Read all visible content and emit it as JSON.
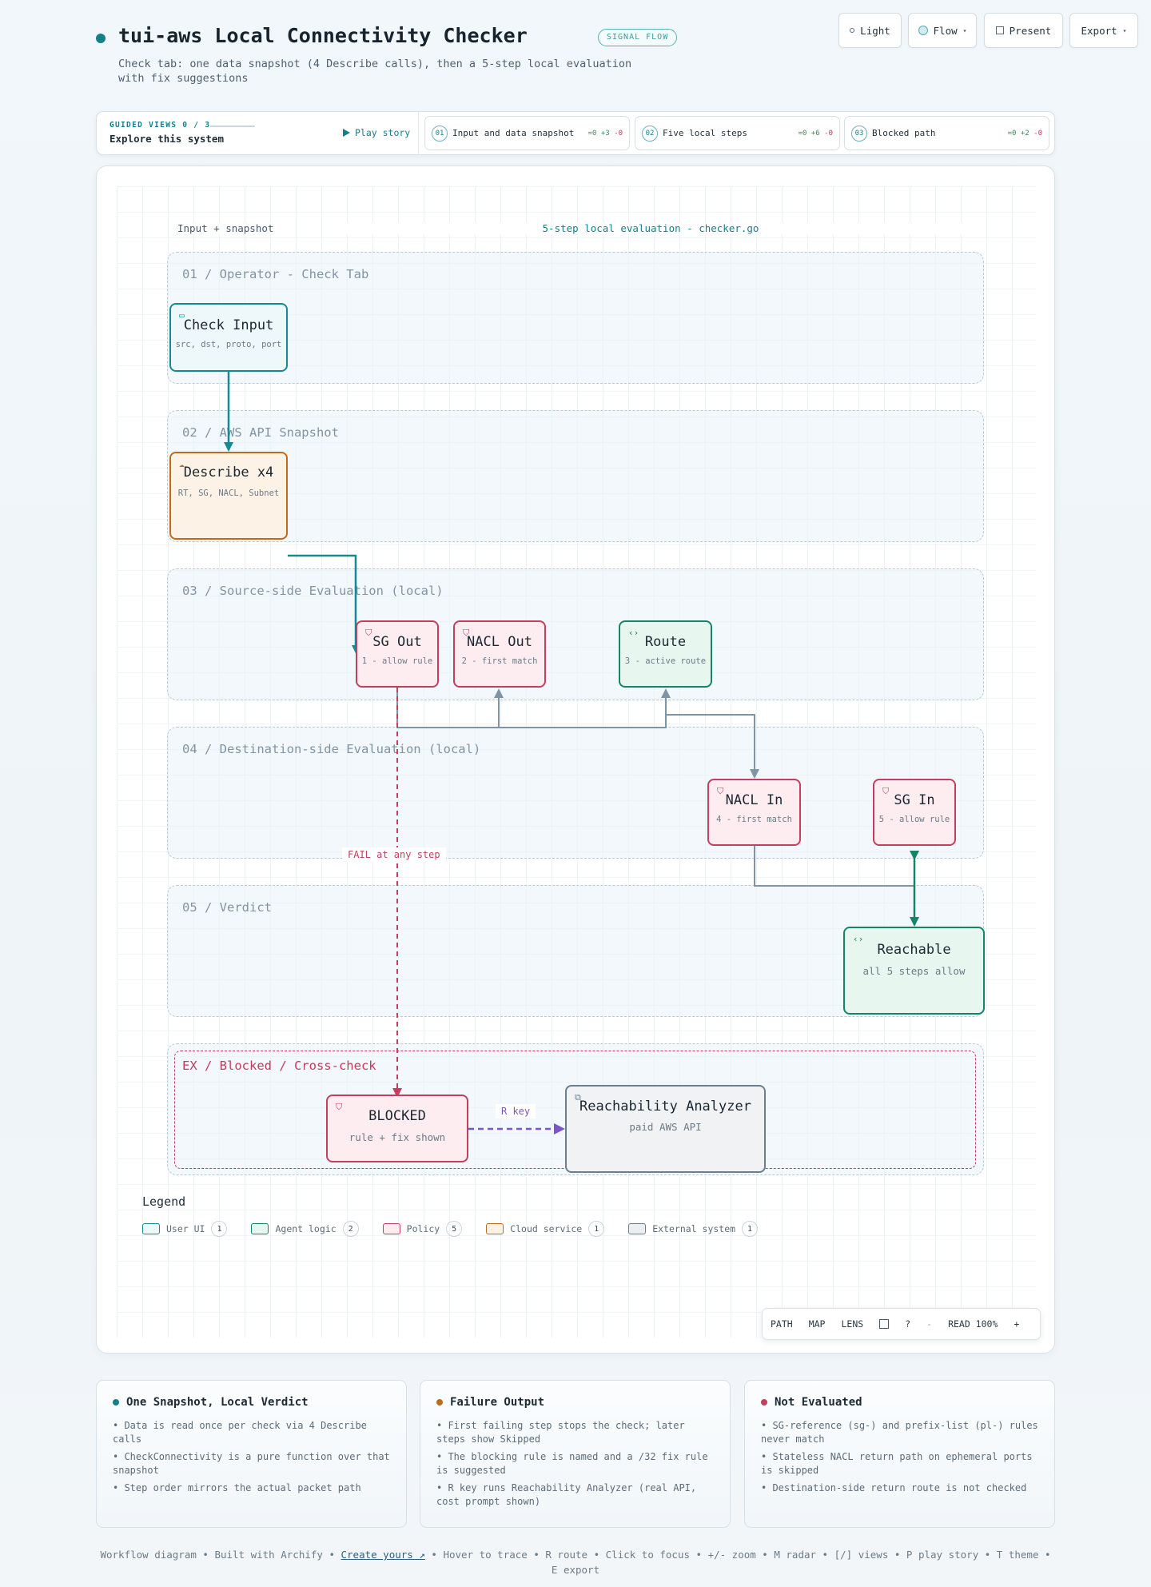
{
  "header": {
    "title": "tui-aws Local Connectivity Checker",
    "badge": "SIGNAL FLOW",
    "subtitle": "Check tab: one data snapshot (4 Describe calls), then a 5-step local evaluation with fix suggestions",
    "buttons": {
      "light": "Light",
      "flow": "Flow",
      "present": "Present",
      "export": "Export"
    }
  },
  "guided": {
    "label": "GUIDED VIEWS 0 / 3",
    "title": "Explore this system",
    "play": "Play story",
    "steps": [
      {
        "num": "01",
        "label": "Input and data snapshot",
        "delta_eq": "=0",
        "delta_add": "+3",
        "delta_rem": "-0"
      },
      {
        "num": "02",
        "label": "Five local steps",
        "delta_eq": "=0",
        "delta_add": "+6",
        "delta_rem": "-0"
      },
      {
        "num": "03",
        "label": "Blocked path",
        "delta_eq": "=0",
        "delta_add": "+2",
        "delta_rem": "-0"
      }
    ]
  },
  "diagram": {
    "col_input": "Input + snapshot",
    "col_eval": "5-step local evaluation - checker.go",
    "lanes": [
      "01 / Operator - Check Tab",
      "02 / AWS API Snapshot",
      "03 / Source-side Evaluation (local)",
      "04 / Destination-side Evaluation (local)",
      "05 / Verdict",
      "EX / Blocked / Cross-check"
    ],
    "nodes": {
      "check_input": {
        "title": "Check Input",
        "sub": "src, dst, proto, port",
        "icon": "window-icon",
        "kind": "user-ui"
      },
      "describe": {
        "title": "Describe x4",
        "sub": "RT, SG, NACL, Subnet",
        "icon": "cloud-icon",
        "kind": "cloud-service"
      },
      "sg_out": {
        "title": "SG Out",
        "sub": "1 - allow rule",
        "icon": "shield-icon",
        "kind": "policy"
      },
      "nacl_out": {
        "title": "NACL Out",
        "sub": "2 - first match",
        "icon": "shield-icon",
        "kind": "policy"
      },
      "route": {
        "title": "Route",
        "sub": "3 - active route",
        "icon": "code-icon",
        "kind": "agent-logic"
      },
      "nacl_in": {
        "title": "NACL In",
        "sub": "4 - first match",
        "icon": "shield-icon",
        "kind": "policy"
      },
      "sg_in": {
        "title": "SG In",
        "sub": "5 - allow rule",
        "icon": "shield-icon",
        "kind": "policy"
      },
      "reachable": {
        "title": "Reachable",
        "sub": "all 5 steps allow",
        "icon": "code-icon",
        "kind": "agent-logic"
      },
      "blocked": {
        "title": "BLOCKED",
        "sub": "rule + fix shown",
        "icon": "shield-icon",
        "kind": "policy"
      },
      "analyzer": {
        "title": "Reachability Analyzer",
        "sub": "paid AWS API",
        "icon": "external-link-icon",
        "kind": "external-system"
      }
    },
    "edge_labels": {
      "fail": "FAIL at any step",
      "rkey": "R key"
    },
    "colors": {
      "ui": "#148a94",
      "cloud": "#c06b1c",
      "policy": "#c33f5f",
      "agent": "#158469",
      "external": "#6a7f8e",
      "violet": "#7b55c9",
      "grey_edge": "#7f95a6"
    }
  },
  "legend": {
    "title": "Legend",
    "items": [
      {
        "label": "User UI",
        "count": "1",
        "color": "#148a94",
        "fill": "#eef8fa"
      },
      {
        "label": "Agent logic",
        "count": "2",
        "color": "#158469",
        "fill": "#e8f6f0"
      },
      {
        "label": "Policy",
        "count": "5",
        "color": "#c33f5f",
        "fill": "#fdecf0"
      },
      {
        "label": "Cloud service",
        "count": "1",
        "color": "#c06b1c",
        "fill": "#fdf2e6"
      },
      {
        "label": "External system",
        "count": "1",
        "color": "#6a7f8e",
        "fill": "#eceff2"
      }
    ]
  },
  "zoombar": {
    "path": "PATH",
    "map": "MAP",
    "lens": "LENS",
    "help": "?",
    "minus": "-",
    "read": "READ 100%",
    "plus": "+"
  },
  "cards": [
    {
      "title": "One Snapshot, Local Verdict",
      "color": "#13808a",
      "items": [
        "Data is read once per check via 4 Describe calls",
        "CheckConnectivity is a pure function over that snapshot",
        "Step order mirrors the actual packet path"
      ]
    },
    {
      "title": "Failure Output",
      "color": "#c06b1c",
      "items": [
        "First failing step stops the check; later steps show Skipped",
        "The blocking rule is named and a /32 fix rule is suggested",
        "R key runs Reachability Analyzer (real API, cost prompt shown)"
      ]
    },
    {
      "title": "Not Evaluated",
      "color": "#c33f5f",
      "items": [
        "SG-reference (sg-) and prefix-list (pl-) rules never match",
        "Stateless NACL return path on ephemeral ports is skipped",
        "Destination-side return route is not checked"
      ]
    }
  ],
  "footer": {
    "before": "Workflow diagram • Built with Archify •",
    "link": "Create yours ↗",
    "after": "• Hover to trace • R route • Click to focus • +/- zoom • M radar • [/] views • P play story • T theme • E export"
  }
}
